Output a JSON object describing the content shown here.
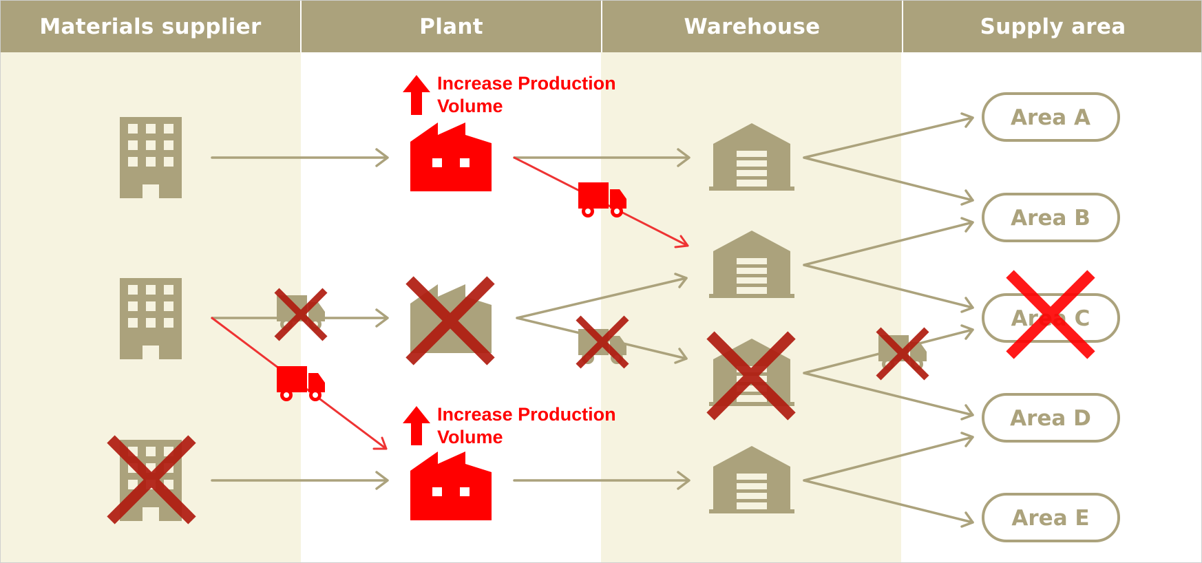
{
  "columns": {
    "supplier": "Materials supplier",
    "plant": "Plant",
    "warehouse": "Warehouse",
    "supply_area": "Supply area"
  },
  "annotations": {
    "plant_top_line1": "Increase Production",
    "plant_top_line2": "Volume",
    "plant_bottom_line1": "Increase Production",
    "plant_bottom_line2": "Volume"
  },
  "areas": {
    "a": "Area A",
    "b": "Area B",
    "c": "Area C",
    "d": "Area D",
    "e": "Area E"
  },
  "colors": {
    "olive": "#aba27c",
    "band": "#f6f3e0",
    "red": "#ff0000",
    "dark_cross": "#b01c10"
  }
}
